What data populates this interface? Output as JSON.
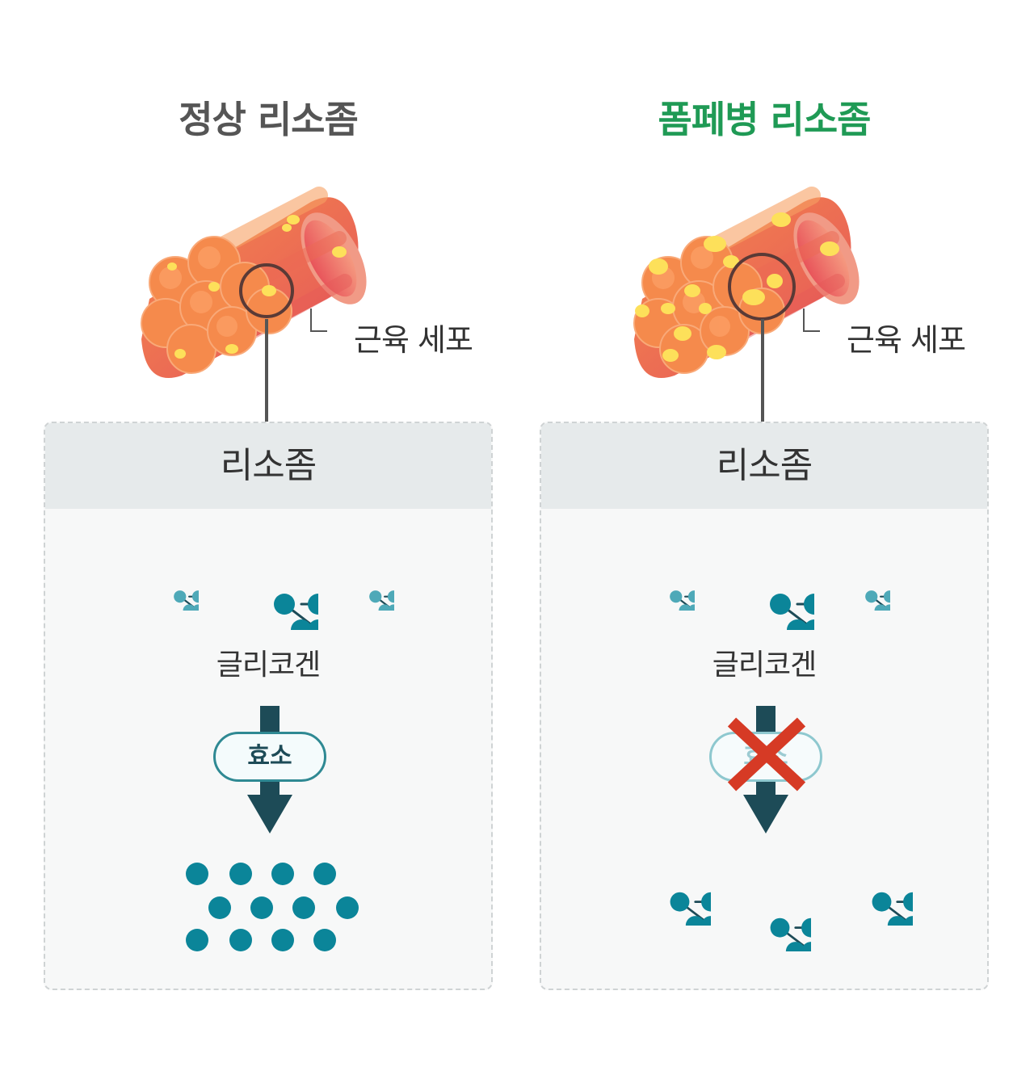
{
  "panels": {
    "normal": {
      "title": "정상 리소좀",
      "muscle_label": "근육 세포",
      "lysosome_label": "리소좀",
      "glycogen_label": "글리코겐",
      "enzyme_label": "효소"
    },
    "pompe": {
      "title": "폼페병 리소좀",
      "muscle_label": "근육 세포",
      "lysosome_label": "리소좀",
      "glycogen_label": "글리코겐",
      "enzyme_label": "효소"
    }
  },
  "colors": {
    "title_normal": "#555555",
    "title_pompe": "#1f9a55",
    "glycogen_teal": "#0b8599",
    "glycogen_light": "#4ea9b8",
    "arrow_dark": "#1d4b57",
    "muscle_orange": "#f47c47",
    "muscle_red": "#e4535a",
    "deposit_yellow": "#fde05a",
    "cross_red": "#d63a25"
  }
}
